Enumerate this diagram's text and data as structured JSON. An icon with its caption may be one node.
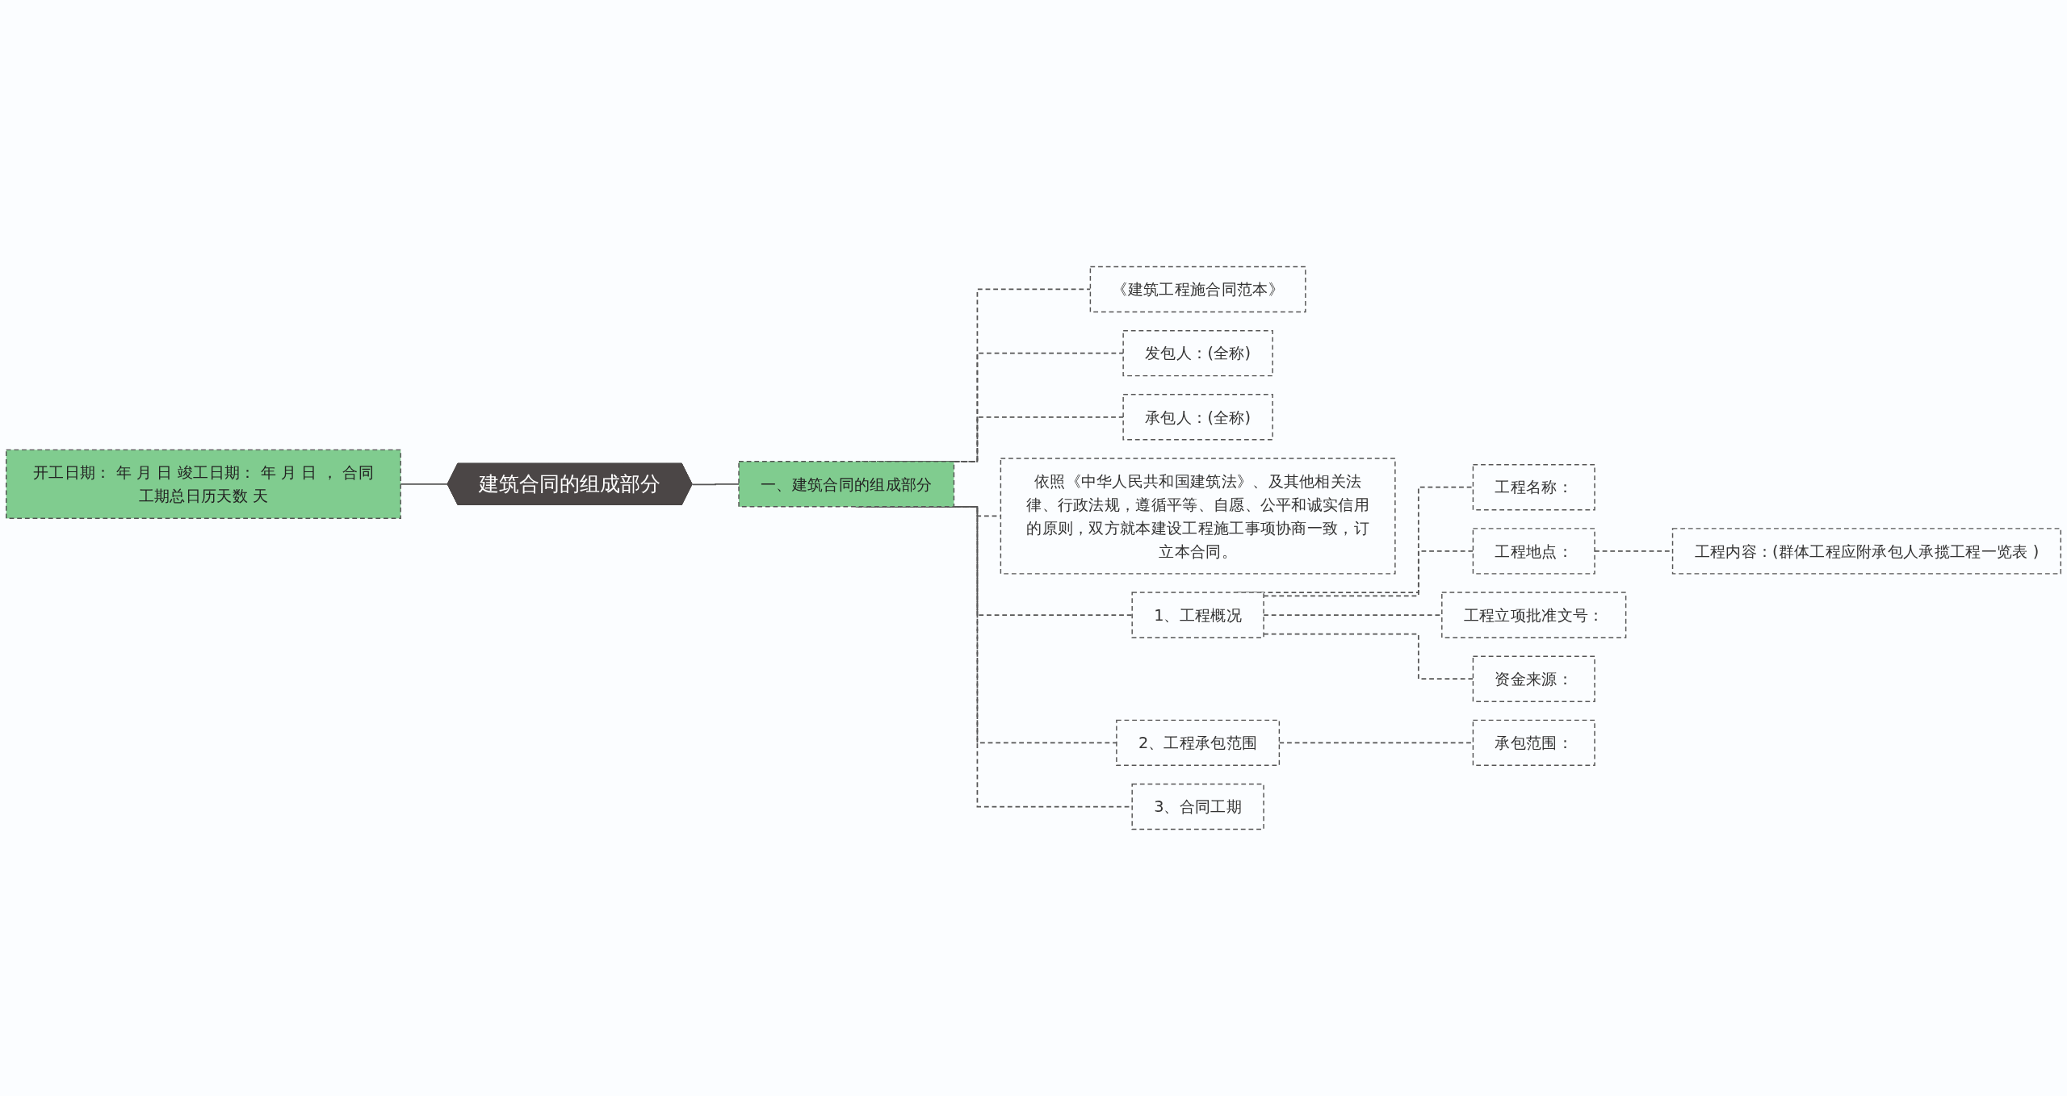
{
  "diagram": {
    "nodes": [
      {
        "text": [
          "开工日期： 年 月 日 竣工日期： 年 月 日 ， 合同工期总日历天数 天"
        ]
      },
      {
        "text": [
          "建筑合同的组成部分"
        ]
      },
      {
        "text": [
          "一、建筑合同的组成部分"
        ]
      },
      {
        "text": [
          "《建筑工程施合同范本》"
        ]
      },
      {
        "text": [
          "发包人：(全称)"
        ]
      },
      {
        "text": [
          "承包人：(全称)"
        ]
      },
      {
        "text": [
          "依照《中华人民共和国建筑法》、及其他相关法律、行政法规，遵循平等、自愿、公平和诚实信用的原则，双方就本建设工程施工事项协商一致，订立本合同。"
        ]
      },
      {
        "text": [
          "1、工程概况"
        ]
      },
      {
        "text": [
          "工程名称："
        ]
      },
      {
        "text": [
          "工程地点："
        ]
      },
      {
        "text": [
          "工程内容：(群体工程应附承包人承揽工程一览表 )"
        ]
      },
      {
        "text": [
          "工程立项批准文号："
        ]
      },
      {
        "text": [
          "资金来源："
        ]
      },
      {
        "text": [
          "2、工程承包范围"
        ]
      },
      {
        "text": [
          "承包范围："
        ]
      },
      {
        "text": [
          "3、合同工期"
        ]
      }
    ],
    "edges": [
      {
        "from": 0,
        "to": 1,
        "arrow": "none"
      },
      {
        "from": 1,
        "to": 2,
        "arrow": "none"
      },
      {
        "from": 2,
        "to": 3,
        "arrow": "none",
        "style": "dashed"
      },
      {
        "from": 2,
        "to": 4,
        "arrow": "none",
        "style": "dashed"
      },
      {
        "from": 2,
        "to": 5,
        "arrow": "none",
        "style": "dashed"
      },
      {
        "from": 2,
        "to": 6,
        "arrow": "none",
        "style": "dashed"
      },
      {
        "from": 2,
        "to": 7,
        "arrow": "none",
        "style": "dashed"
      },
      {
        "from": 7,
        "to": 8,
        "arrow": "none",
        "style": "dashed"
      },
      {
        "from": 7,
        "to": 9,
        "arrow": "none",
        "style": "dashed"
      },
      {
        "from": 9,
        "to": 10,
        "arrow": "none",
        "style": "dashed"
      },
      {
        "from": 7,
        "to": 11,
        "arrow": "none",
        "style": "dashed"
      },
      {
        "from": 7,
        "to": 12,
        "arrow": "none",
        "style": "dashed"
      },
      {
        "from": 2,
        "to": 13,
        "arrow": "none",
        "style": "dashed"
      },
      {
        "from": 13,
        "to": 14,
        "arrow": "none",
        "style": "dashed"
      },
      {
        "from": 2,
        "to": 15,
        "arrow": "none",
        "style": "dashed"
      }
    ]
  }
}
